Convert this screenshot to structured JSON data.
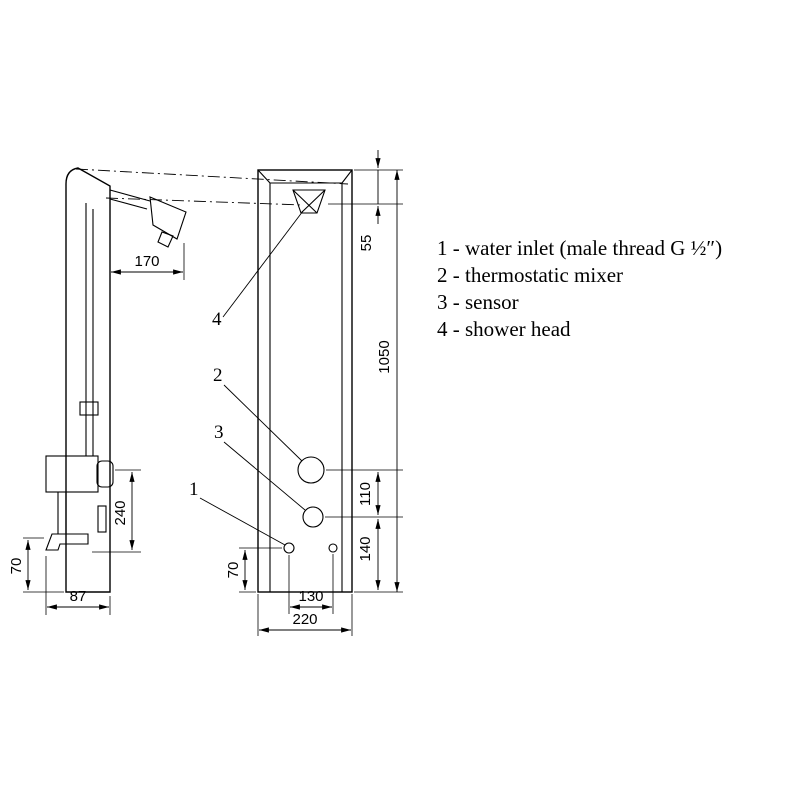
{
  "legend": {
    "items": [
      {
        "text": "1 - water inlet (male thread G ½″)"
      },
      {
        "text": "2 - thermostatic mixer"
      },
      {
        "text": "3 - sensor"
      },
      {
        "text": "4 - shower head"
      }
    ]
  },
  "callouts": {
    "water_inlet": "1",
    "mixer": "2",
    "sensor": "3",
    "shower_head": "4"
  },
  "dims": {
    "arm_reach": "170",
    "spout_drop": "240",
    "spout_height": "70",
    "depth": "87",
    "head_offset": "55",
    "height": "1050",
    "mixer_sensor": "110",
    "sensor_base": "140",
    "inlet_height": "70",
    "inlet_spacing": "130",
    "width": "220"
  },
  "colors": {
    "line": "#000000",
    "background": "#ffffff"
  }
}
